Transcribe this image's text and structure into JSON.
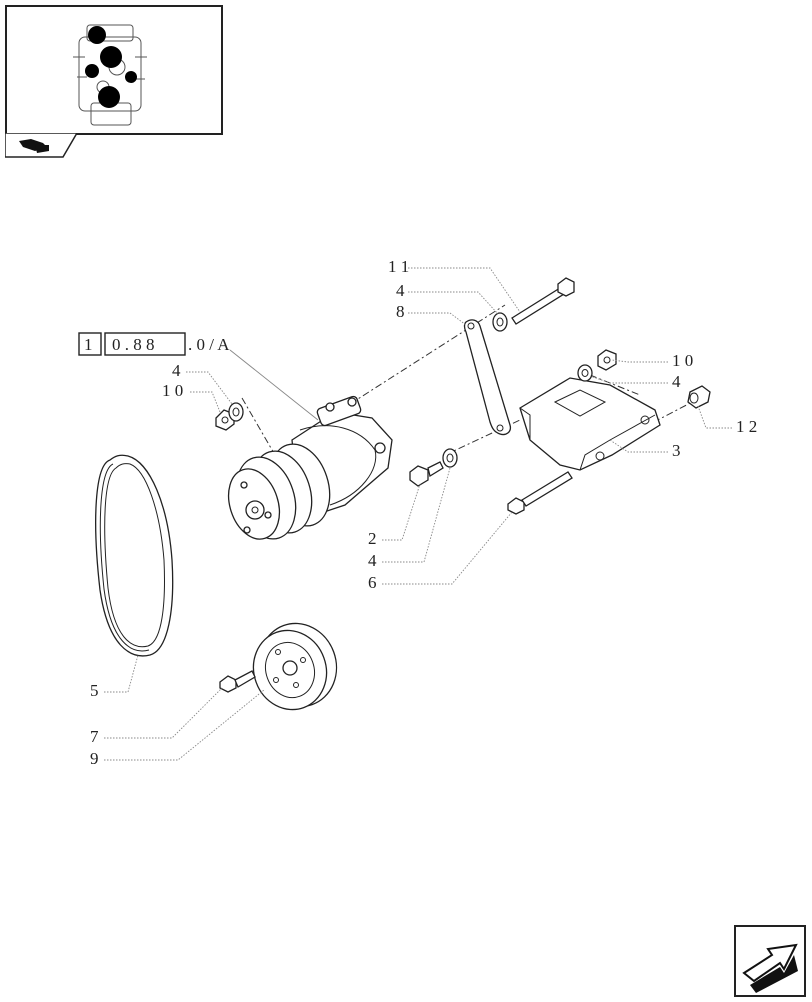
{
  "reference": {
    "boxes": [
      "1",
      "0 . 8 8"
    ],
    "suffix": ". 0 / A"
  },
  "labels": {
    "p11": "1 1",
    "p4a": "4",
    "p8": "8",
    "p4b": "4",
    "p10a": "1 0",
    "p10b": "1 0",
    "p4c": "4",
    "p12": "1 2",
    "p3": "3",
    "p2": "2",
    "p4d": "4",
    "p6": "6",
    "p5": "5",
    "p7": "7",
    "p9": "9"
  },
  "icons": {
    "thumbnail": "engine-thumbnail-icon",
    "tab": "book-tab-icon",
    "next": "next-page-arrow-icon"
  }
}
